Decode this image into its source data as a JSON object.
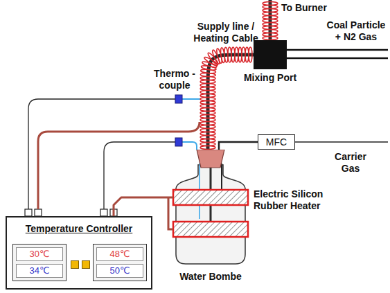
{
  "diagram": {
    "nodes": [
      {
        "text": [
          "Mixing Port"
        ]
      },
      {
        "text": [
          "MFC"
        ]
      },
      {
        "text": [
          "Water Bombe"
        ]
      },
      {
        "text": [
          "Temperature Controller"
        ]
      },
      {
        "text": [
          "30℃",
          "34℃"
        ],
        "in": 3
      },
      {
        "text": [
          "48℃",
          "50℃"
        ],
        "in": 3
      }
    ],
    "edges": [
      {
        "from": 2,
        "to": 0,
        "arrow": "none"
      },
      {
        "from": 1,
        "to": 2,
        "arrow": "none"
      },
      {
        "from": 3,
        "to": 2,
        "arrow": "none"
      }
    ],
    "labels": [
      "To Burner",
      "Supply line / Heating Cable",
      "Coal Particle + N2 Gas",
      "Thermo -couple",
      "Carrier Gas",
      "Electric Silicon Rubber Heater"
    ]
  }
}
